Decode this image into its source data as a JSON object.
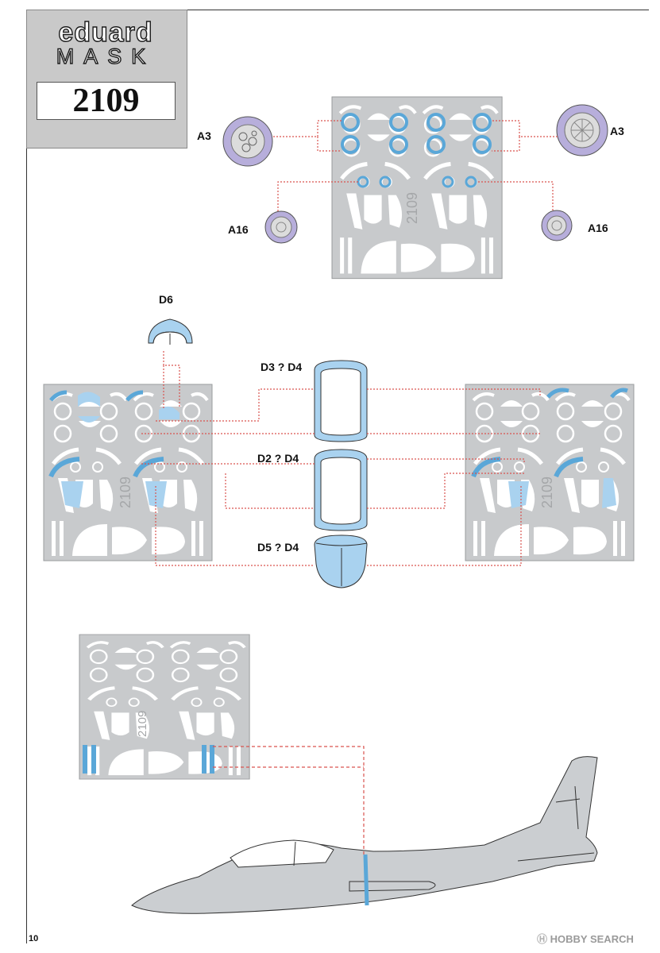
{
  "brand": {
    "name_top": "eduard",
    "name_bottom": "MASK",
    "set_number": "2109"
  },
  "labels": {
    "a3_left": "A3",
    "a3_right": "A3",
    "a16_left": "A16",
    "a16_right": "A16",
    "d6": "D6",
    "d3_d4": "D3 ? D4",
    "d2_d4": "D2 ? D4",
    "d5_d4": "D5 ? D4"
  },
  "sheet_code": "2109",
  "page_number": "10",
  "watermark": {
    "logo": "Ⓗ",
    "text": "HOBBY SEARCH"
  },
  "colors": {
    "mask_blue": "#a9d2ef",
    "mask_blue_stroke": "#5aa7d8",
    "sheet_gray": "#c8cacc",
    "aircraft_gray": "#cbced1",
    "leader_red": "#d9534f",
    "wheel_purple": "#b7aedb"
  }
}
